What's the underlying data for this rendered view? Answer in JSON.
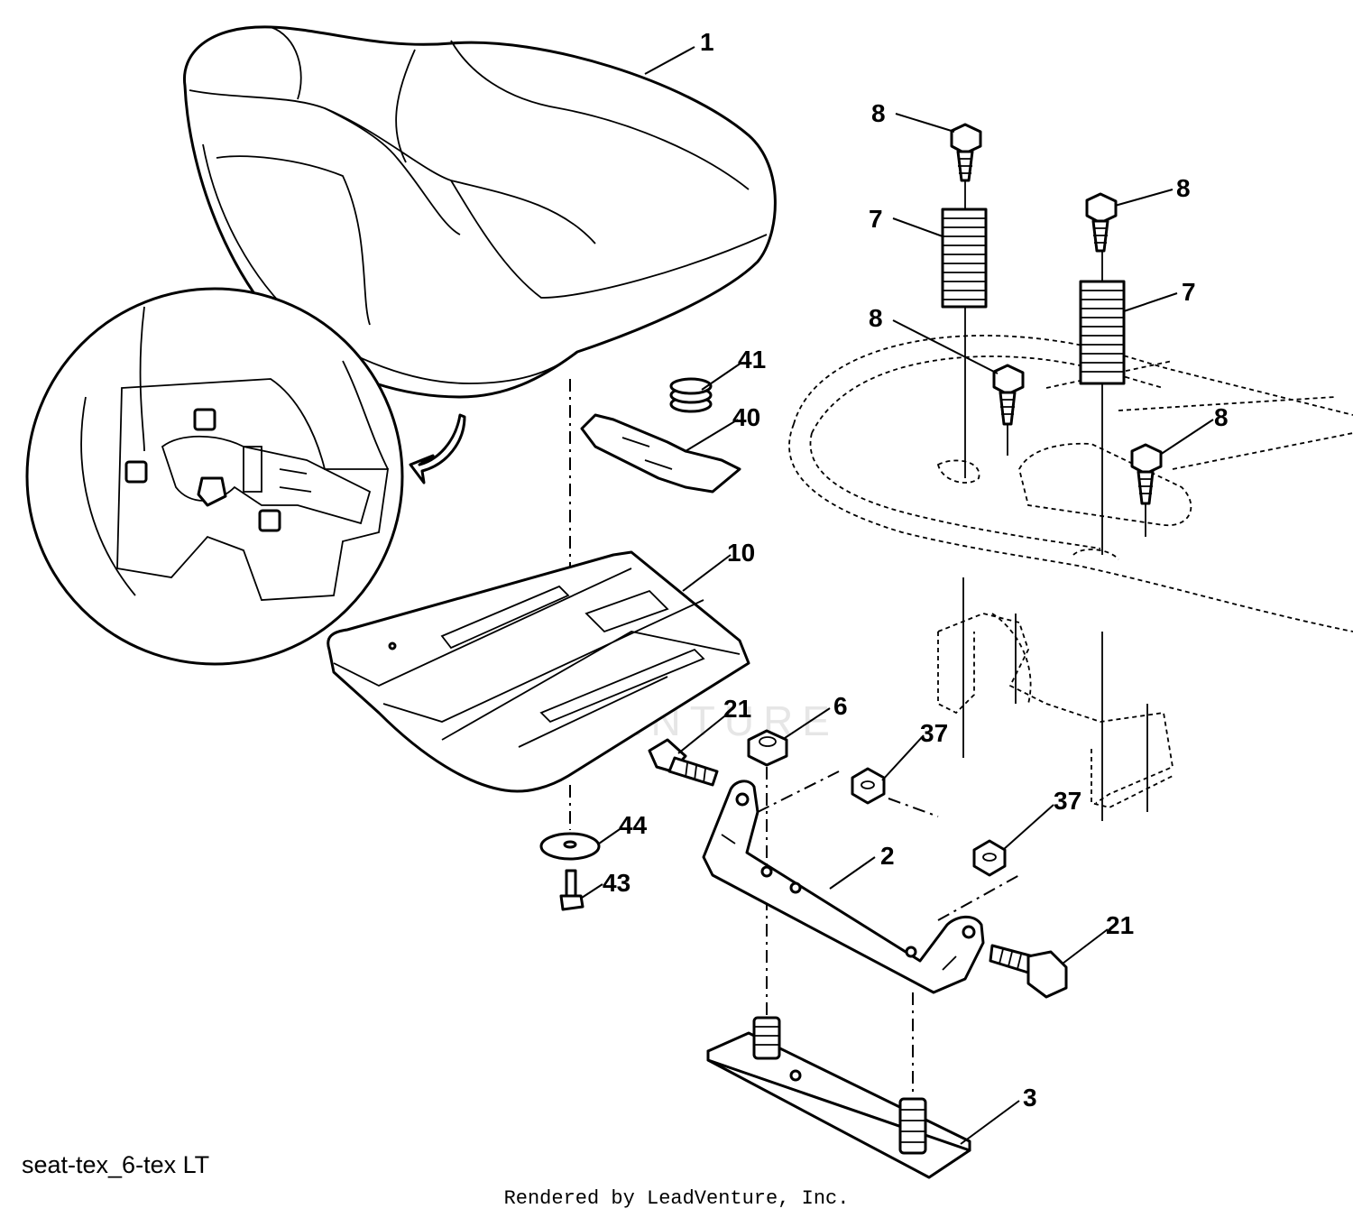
{
  "diagram": {
    "callouts": [
      {
        "id": "c1",
        "label": "1"
      },
      {
        "id": "c8a",
        "label": "8"
      },
      {
        "id": "c7a",
        "label": "7"
      },
      {
        "id": "c8b",
        "label": "8"
      },
      {
        "id": "c8c",
        "label": "8"
      },
      {
        "id": "c7b",
        "label": "7"
      },
      {
        "id": "c8d",
        "label": "8"
      },
      {
        "id": "c41",
        "label": "41"
      },
      {
        "id": "c40",
        "label": "40"
      },
      {
        "id": "c10",
        "label": "10"
      },
      {
        "id": "c21a",
        "label": "21"
      },
      {
        "id": "c6",
        "label": "6"
      },
      {
        "id": "c37a",
        "label": "37"
      },
      {
        "id": "c37b",
        "label": "37"
      },
      {
        "id": "c44",
        "label": "44"
      },
      {
        "id": "c43",
        "label": "43"
      },
      {
        "id": "c2",
        "label": "2"
      },
      {
        "id": "c21b",
        "label": "21"
      },
      {
        "id": "c3",
        "label": "3"
      }
    ],
    "diagram_id": "seat-tex_6-tex LT",
    "credit": "Rendered by LeadVenture, Inc.",
    "watermark": "LEADVENTURE"
  }
}
